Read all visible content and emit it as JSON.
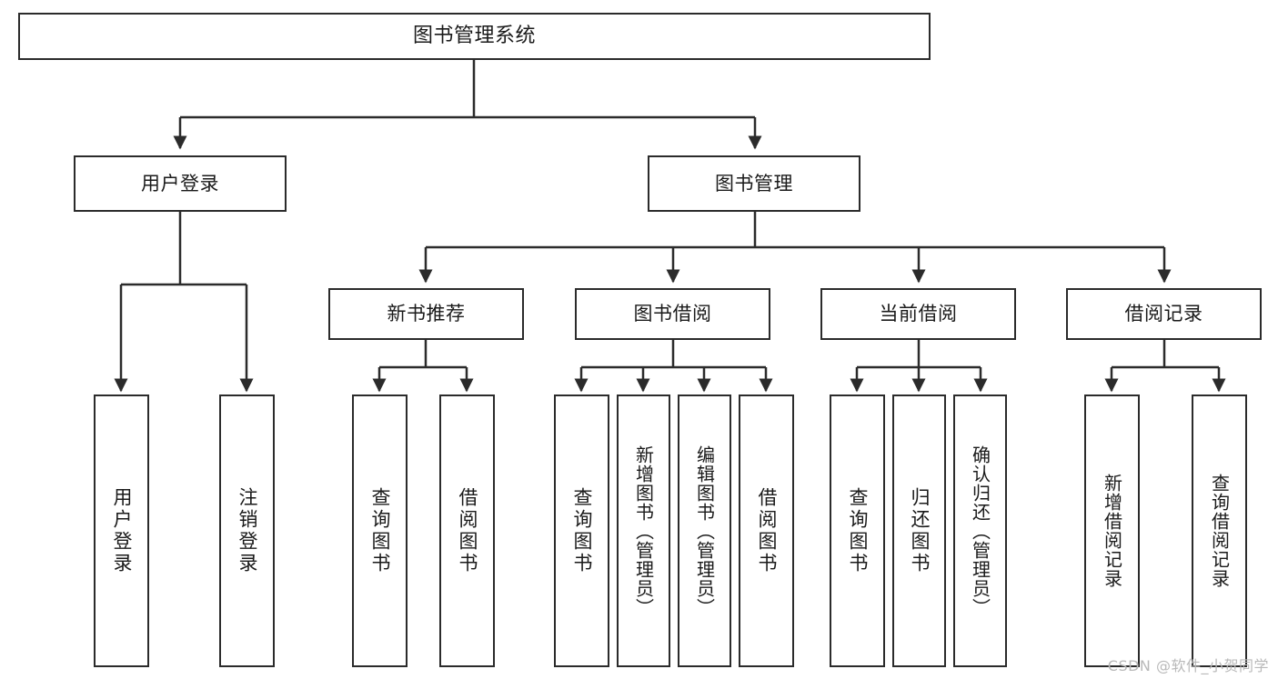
{
  "diagram": {
    "type": "tree",
    "title": "图书管理系统",
    "root": {
      "id": "root",
      "label": "图书管理系统"
    },
    "level2": [
      {
        "id": "user-login",
        "label": "用户登录"
      },
      {
        "id": "book-manage",
        "label": "图书管理"
      }
    ],
    "level3": [
      {
        "id": "new-book-rec",
        "label": "新书推荐",
        "parent": "book-manage"
      },
      {
        "id": "book-borrow",
        "label": "图书借阅",
        "parent": "book-manage"
      },
      {
        "id": "current-borrow",
        "label": "当前借阅",
        "parent": "book-manage"
      },
      {
        "id": "borrow-record",
        "label": "借阅记录",
        "parent": "book-manage"
      }
    ],
    "leaves": [
      {
        "id": "leaf-user-login",
        "label": "用户登录",
        "parent": "user-login"
      },
      {
        "id": "leaf-logout",
        "label": "注销登录",
        "parent": "user-login"
      },
      {
        "id": "leaf-query-book-1",
        "label": "查询图书",
        "parent": "new-book-rec"
      },
      {
        "id": "leaf-borrow-book-1",
        "label": "借阅图书",
        "parent": "new-book-rec"
      },
      {
        "id": "leaf-query-book-2",
        "label": "查询图书",
        "parent": "book-borrow"
      },
      {
        "id": "leaf-add-book",
        "label": "新增图书（管理员）",
        "parent": "book-borrow"
      },
      {
        "id": "leaf-edit-book",
        "label": "编辑图书（管理员）",
        "parent": "book-borrow"
      },
      {
        "id": "leaf-borrow-book-2",
        "label": "借阅图书",
        "parent": "book-borrow"
      },
      {
        "id": "leaf-query-book-3",
        "label": "查询图书",
        "parent": "current-borrow"
      },
      {
        "id": "leaf-return-book",
        "label": "归还图书",
        "parent": "current-borrow"
      },
      {
        "id": "leaf-confirm-return",
        "label": "确认归还（管理员）",
        "parent": "current-borrow"
      },
      {
        "id": "leaf-add-record",
        "label": "新增借阅记录",
        "parent": "borrow-record"
      },
      {
        "id": "leaf-query-record",
        "label": "查询借阅记录",
        "parent": "borrow-record"
      }
    ],
    "colors": {
      "stroke": "#2b2b2b",
      "fill": "#ffffff",
      "text": "#1a1a1a",
      "watermark": "#b9b9b9"
    }
  },
  "watermark": {
    "text": "CSDN @软件_小贺同学"
  }
}
